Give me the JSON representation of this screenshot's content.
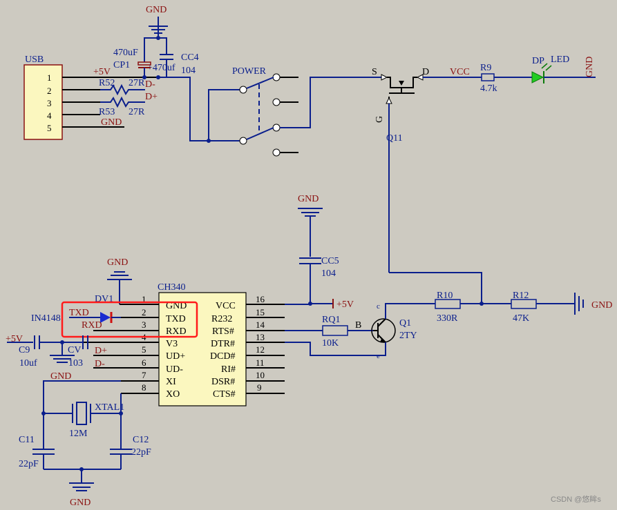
{
  "usb": {
    "title": "USB",
    "pins": [
      "1",
      "2",
      "3",
      "4",
      "5"
    ],
    "net_5v": "+5V",
    "net_dm": "D-",
    "net_dp": "D+",
    "net_gnd": "GND"
  },
  "resistors": {
    "r52": {
      "ref": "R52",
      "val": "27R"
    },
    "r53": {
      "ref": "R53",
      "val": "27R"
    },
    "r9": {
      "ref": "R9",
      "val": "4.7k"
    },
    "r10": {
      "ref": "R10",
      "val": "330R"
    },
    "r12": {
      "ref": "R12",
      "val": "47K"
    },
    "rq1": {
      "ref": "RQ1",
      "val": "10K"
    }
  },
  "caps": {
    "cp1": {
      "ref": "CP1",
      "val": "470uF",
      "val2": "+470uf"
    },
    "cc4": {
      "ref": "CC4",
      "val": "104"
    },
    "cc5": {
      "ref": "CC5",
      "val": "104"
    },
    "c9": {
      "ref": "C9",
      "val": "10uf"
    },
    "cv": {
      "ref": "CV",
      "val": "103"
    },
    "c11": {
      "ref": "C11",
      "val": "22pF"
    },
    "c12": {
      "ref": "C12",
      "val": "22pF"
    }
  },
  "nets": {
    "gnd": "GND",
    "vcc": "VCC",
    "p5v": "+5V",
    "dp": "D+",
    "dm": "D-",
    "txd": "TXD",
    "rxd": "RXD"
  },
  "switch": {
    "label": "POWER"
  },
  "mosfet": {
    "s": "S",
    "d": "D",
    "g": "G",
    "ref": "Q11"
  },
  "led": {
    "ref": "DP",
    "label": "LED"
  },
  "diode": {
    "ref": "DV1",
    "part": "IN4148"
  },
  "transistor": {
    "ref": "Q1",
    "part": "2TY",
    "b": "B",
    "c": "c",
    "e": "e"
  },
  "crystal": {
    "ref": "XTAL1",
    "val": "12M"
  },
  "ic": {
    "name": "CH340",
    "left": [
      {
        "n": "1",
        "s": "GND"
      },
      {
        "n": "2",
        "s": "TXD"
      },
      {
        "n": "3",
        "s": "RXD"
      },
      {
        "n": "4",
        "s": "V3"
      },
      {
        "n": "5",
        "s": "UD+"
      },
      {
        "n": "6",
        "s": "UD-"
      },
      {
        "n": "7",
        "s": "XI"
      },
      {
        "n": "8",
        "s": "XO"
      }
    ],
    "right": [
      {
        "n": "16",
        "s": "VCC"
      },
      {
        "n": "15",
        "s": "R232"
      },
      {
        "n": "14",
        "s": "RTS#"
      },
      {
        "n": "13",
        "s": "DTR#"
      },
      {
        "n": "12",
        "s": "DCD#"
      },
      {
        "n": "11",
        "s": "RI#"
      },
      {
        "n": "10",
        "s": "DSR#"
      },
      {
        "n": "9",
        "s": "CTS#"
      }
    ]
  },
  "watermark": "CSDN @悠眸s",
  "colors": {
    "bg": "#cdcac1",
    "wire": "#0a1e8c",
    "label": "#8a1010",
    "body": "#fbf7bf",
    "highlight": "#ff1a1a"
  }
}
